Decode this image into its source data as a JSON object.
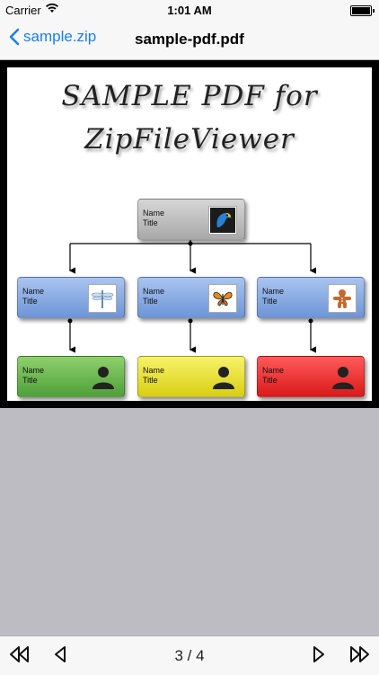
{
  "status": {
    "carrier": "Carrier",
    "time": "1:01 AM"
  },
  "nav": {
    "back_label": "sample.zip",
    "title": "sample-pdf.pdf"
  },
  "pdf": {
    "title_line1": "SAMPLE PDF for",
    "title_line2": "ZipFileViewer",
    "nodes": [
      {
        "name": "Name",
        "title": "Title",
        "color": "gray",
        "icon": "parrot-icon"
      },
      {
        "name": "Name",
        "title": "Title",
        "color": "blue",
        "icon": "dragonfly-icon"
      },
      {
        "name": "Name",
        "title": "Title",
        "color": "blue",
        "icon": "butterfly-icon"
      },
      {
        "name": "Name",
        "title": "Title",
        "color": "blue",
        "icon": "gingerbread-icon"
      },
      {
        "name": "Name",
        "title": "Title",
        "color": "green",
        "icon": "person-silhouette-icon"
      },
      {
        "name": "Name",
        "title": "Title",
        "color": "yellow",
        "icon": "person-silhouette-icon"
      },
      {
        "name": "Name",
        "title": "Title",
        "color": "red",
        "icon": "person-silhouette-icon"
      }
    ]
  },
  "toolbar": {
    "page_indicator": "3 / 4"
  },
  "colors": {
    "accent": "#1a7ef5",
    "viewer_background": "#bdbcc2"
  }
}
